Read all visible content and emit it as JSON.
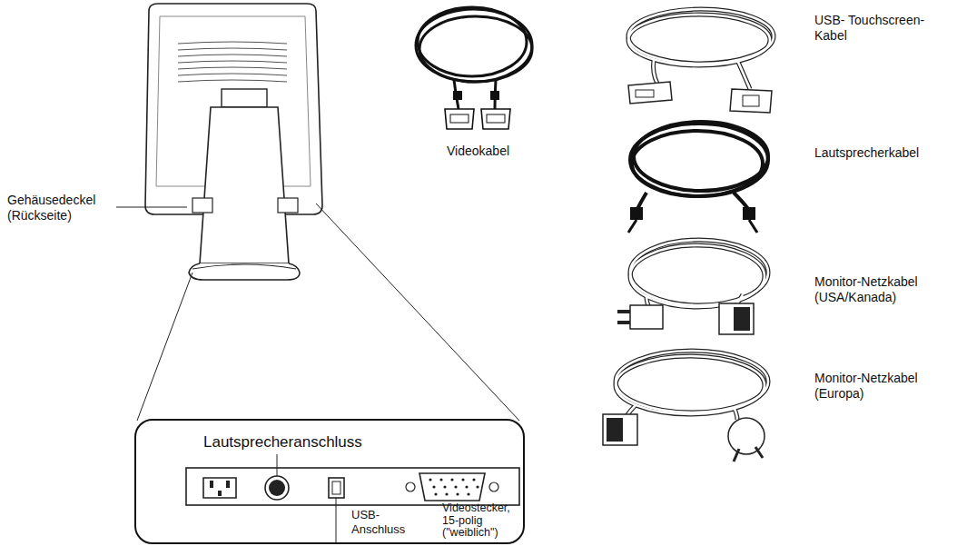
{
  "diagram": {
    "nodes": [
      {
        "text": [
          "Lautsprecheranschluss",
          "USB- Anschluss",
          "Videostecker, 15-polig (\"weiblich\")"
        ]
      }
    ],
    "labels": [
      "Gehäusedeckel (Rückseite)",
      "Videokabel",
      "USB- Touchscreen-Kabel",
      "Lautsprecherkabel",
      "Monitor-Netzkabel (USA/Kanada)",
      "Monitor-Netzkabel (Europa)"
    ]
  }
}
